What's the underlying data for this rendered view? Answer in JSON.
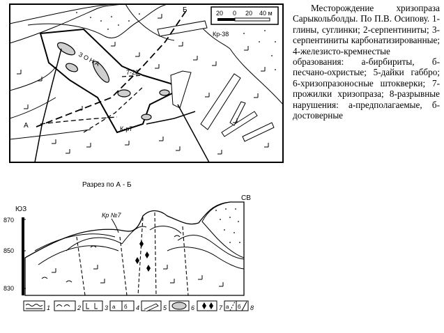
{
  "caption": "Месторождение хризопраза Сарыкольболды. По П.В. Осипову. 1-глины, суглинки; 2-серпентиниты; 3-серпентиниты карбонатизированные; 4-железисто-кремнестые образования: а-бирбириты, б-песчано-охристые; 5-дайки габбро; 6-хризопразоносные штокверки; 7-прожилки хризопраза; 8-разрывные нарушения: а-предполагаемые, б-достоверные",
  "map": {
    "scale_ticks": [
      "20",
      "0",
      "20",
      "40 м"
    ],
    "label_b": "Б",
    "label_a": "А",
    "zone_label": "З О Н А",
    "kr38": "Кр-38",
    "t22": "7-22",
    "kr7": "К-р7"
  },
  "section": {
    "title": "Разрез по А - Б",
    "left_dir": "ЮЗ",
    "right_dir": "СВ",
    "well": "Кр №7",
    "elevations": [
      "870",
      "850",
      "830"
    ]
  },
  "legend": {
    "numbers": [
      "1",
      "2",
      "3",
      "4",
      "5",
      "6",
      "7",
      "8"
    ],
    "sub_a": "а",
    "sub_b": "б"
  },
  "colors": {
    "ink": "#000000",
    "background": "#ffffff"
  }
}
